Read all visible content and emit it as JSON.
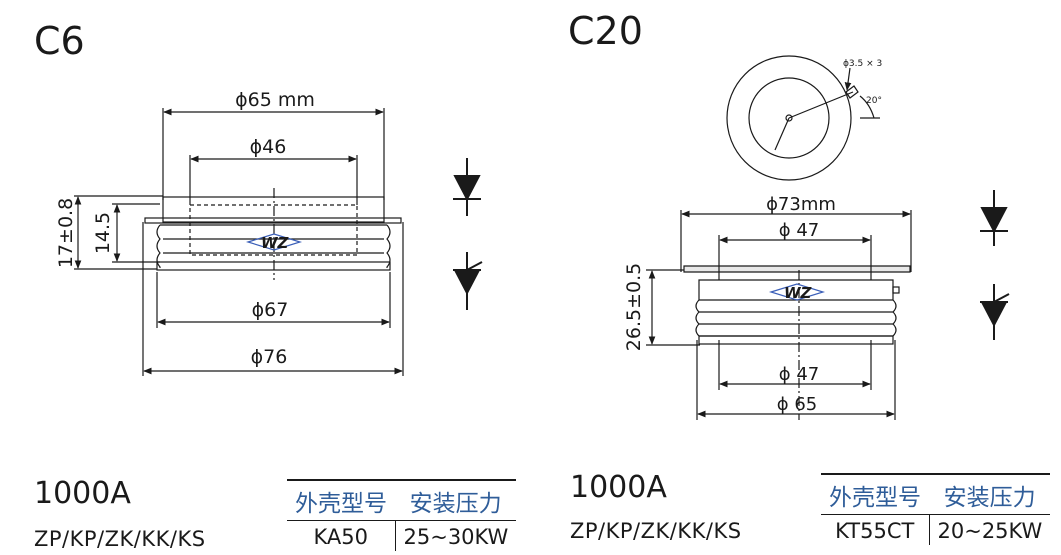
{
  "left": {
    "package": "C6",
    "rating": "1000A",
    "series": "ZP/KP/ZK/KK/KS",
    "dimensions": {
      "top_outer": "ϕ65 mm",
      "top_inner": "ϕ46",
      "height_total": "17±0.8",
      "height_inner": "14.5",
      "bottom_mid": "ϕ67",
      "bottom_outer": "ϕ76"
    },
    "table": {
      "headers": [
        "外壳型号",
        "安装压力"
      ],
      "row": [
        "KA50",
        "25~30KW"
      ]
    }
  },
  "right": {
    "package": "C20",
    "rating": "1000A",
    "series": "ZP/KP/ZK/KK/KS",
    "dimensions": {
      "hole": "ϕ3.5 × 3",
      "angle": "20°",
      "top_outer": "ϕ73mm",
      "top_inner": "ϕ 47",
      "height_total": "26.5±0.5",
      "bottom_inner": "ϕ 47",
      "bottom_outer": "ϕ 65"
    },
    "table": {
      "headers": [
        "外壳型号",
        "安装压力"
      ],
      "row": [
        "KT55CT",
        "20~25KW"
      ]
    }
  },
  "watermark": "WZ",
  "colors": {
    "ink": "#1a1a1a",
    "header_text": "#2f5d99",
    "watermark": "#3b5fb8"
  },
  "icons": [
    "diode-icon",
    "thyristor-icon"
  ]
}
